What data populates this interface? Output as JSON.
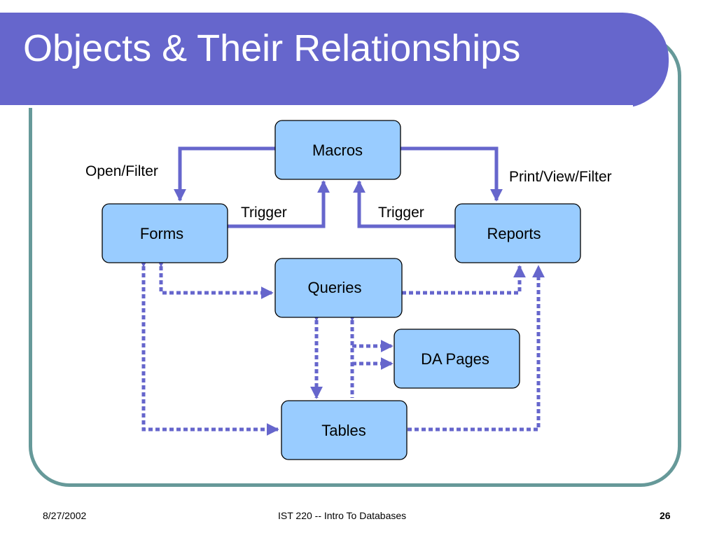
{
  "slide": {
    "title": "Objects & Their Relationships"
  },
  "diagram": {
    "nodes": {
      "macros": "Macros",
      "forms": "Forms",
      "reports": "Reports",
      "queries": "Queries",
      "da_pages": "DA Pages",
      "tables": "Tables"
    },
    "edge_labels": {
      "open_filter": "Open/Filter",
      "print_view_filter": "Print/View/Filter",
      "trigger_forms": "Trigger",
      "trigger_reports": "Trigger"
    },
    "colors": {
      "node_fill": "#99ccff",
      "connector": "#6666cc",
      "title_bar": "#6666cc",
      "frame": "#669999"
    }
  },
  "footer": {
    "date": "8/27/2002",
    "course": "IST 220 -- Intro To Databases",
    "page": "26"
  }
}
